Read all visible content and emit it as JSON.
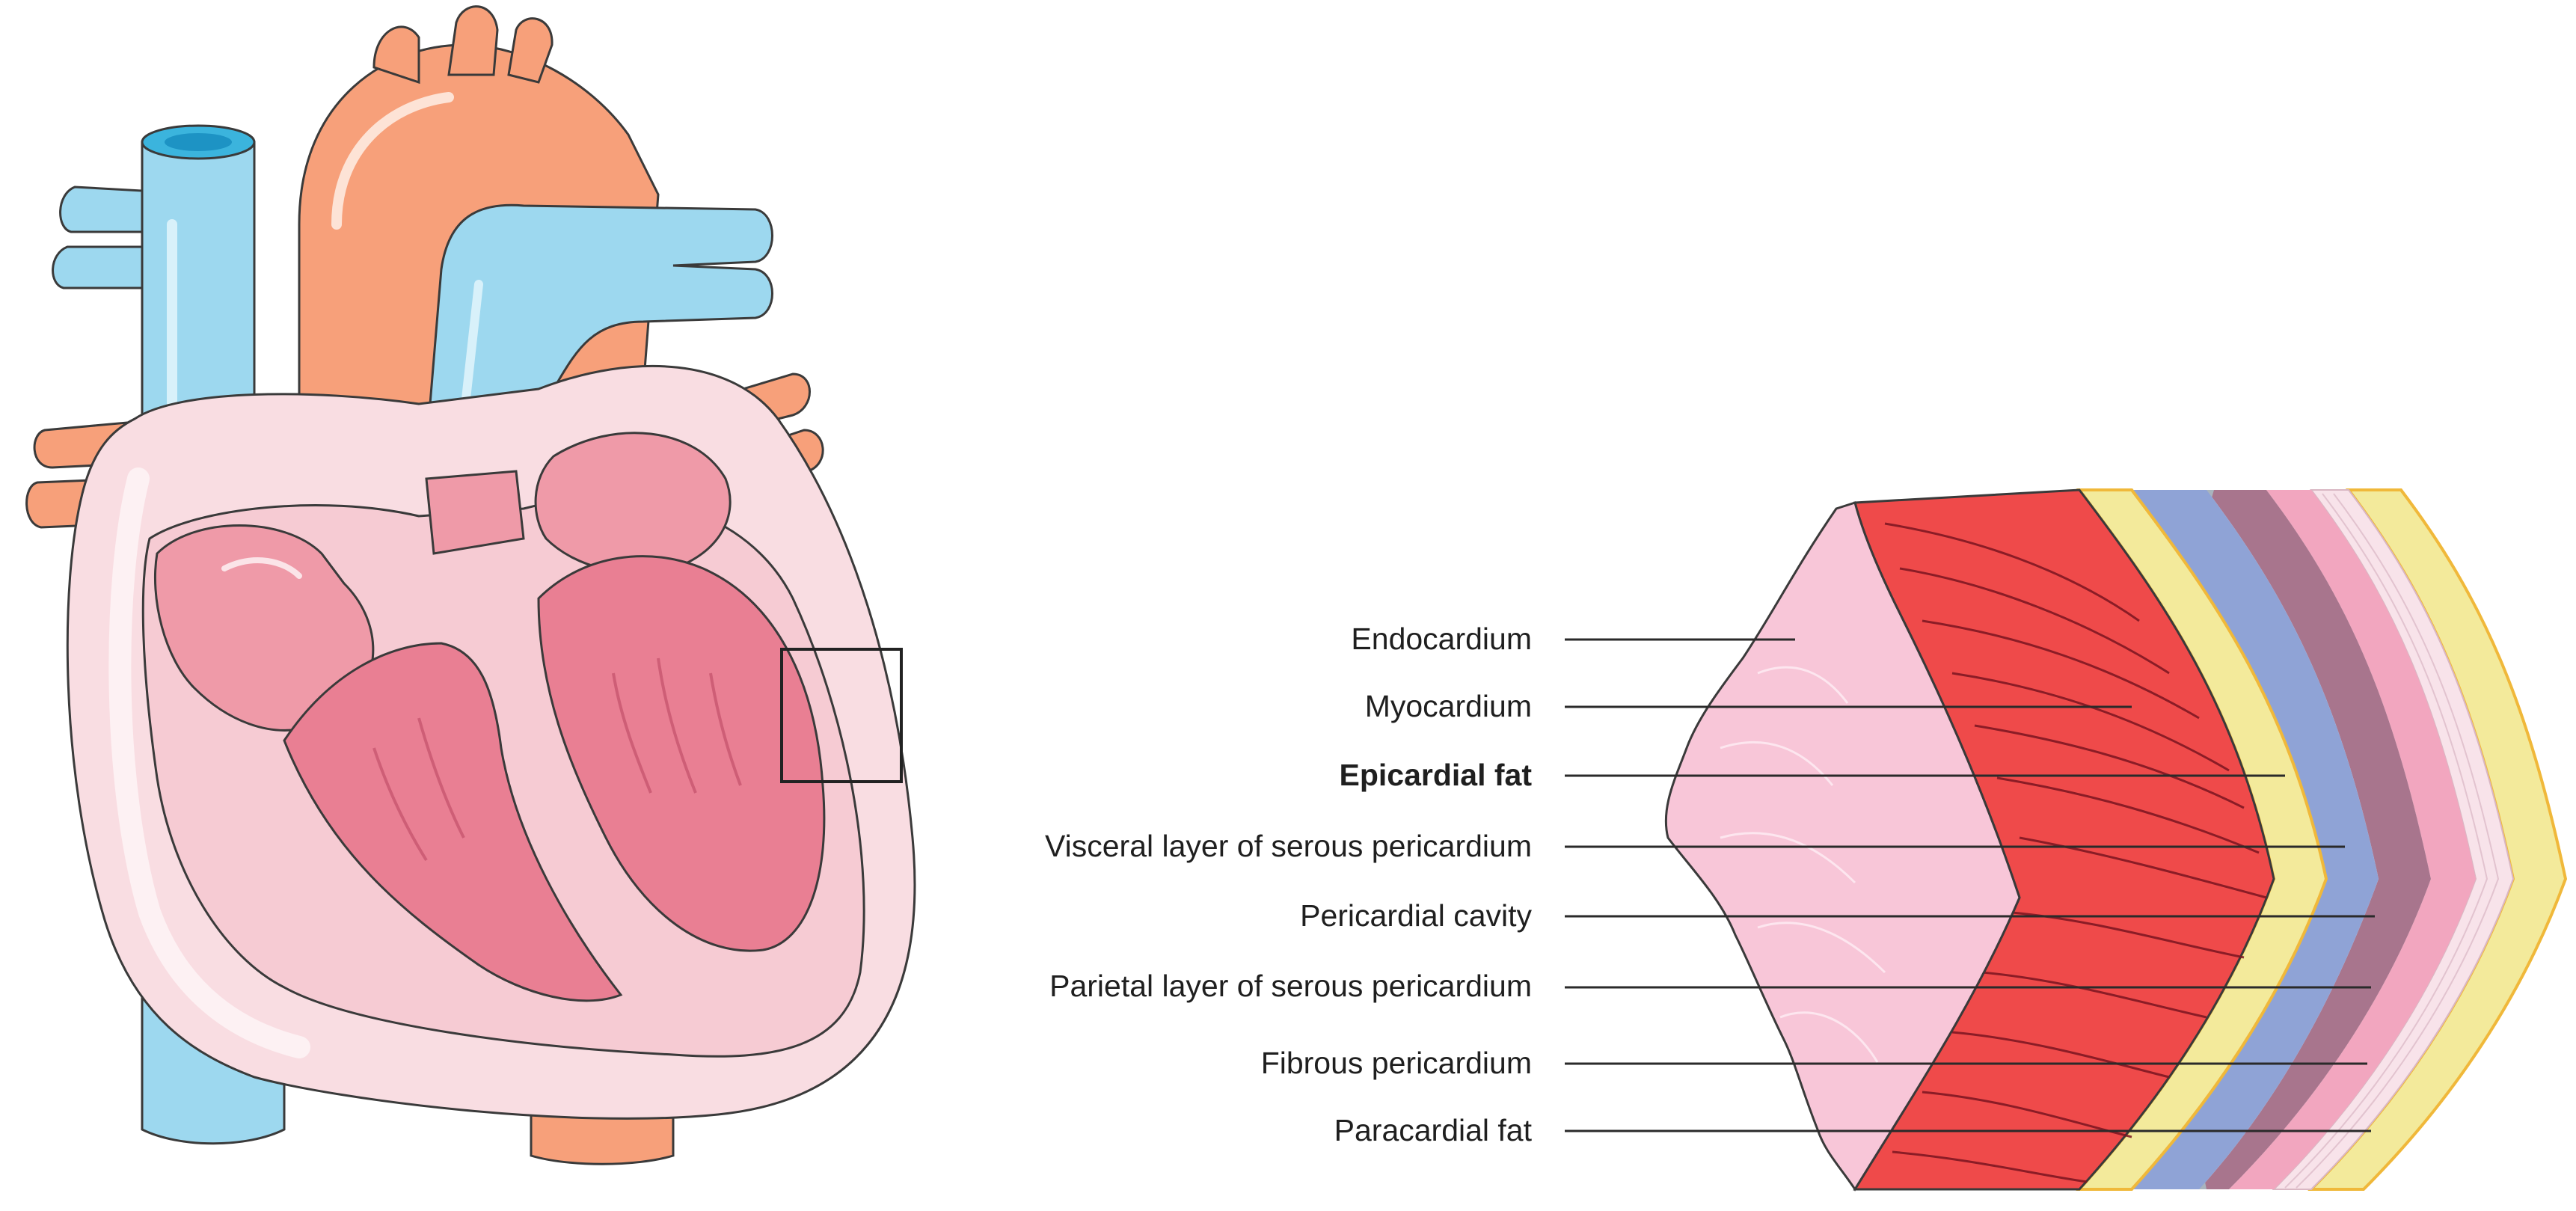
{
  "diagram": {
    "labels": [
      {
        "id": "endocardium",
        "text": "Endocardium",
        "bold": false
      },
      {
        "id": "myocardium",
        "text": "Myocardium",
        "bold": false
      },
      {
        "id": "epicardial-fat",
        "text": "Epicardial fat",
        "bold": true
      },
      {
        "id": "visceral-layer",
        "text": "Visceral layer of serous pericardium",
        "bold": false
      },
      {
        "id": "pericardial-cavity",
        "text": "Pericardial cavity",
        "bold": false
      },
      {
        "id": "parietal-layer",
        "text": "Parietal layer of serous pericardium",
        "bold": false
      },
      {
        "id": "fibrous-pericardium",
        "text": "Fibrous pericardium",
        "bold": false
      },
      {
        "id": "paracardial-fat",
        "text": "Paracardial fat",
        "bold": false
      }
    ],
    "colors": {
      "vein_blue": "#9dd8ef",
      "aorta_orange": "#f7a07a",
      "heart_pink": "#f9dde2",
      "chamber_pink": "#e97f93",
      "myocardium_red": "#ef4a4a",
      "fat_yellow": "#f3ea9b",
      "visceral_blue": "#8fa3d6",
      "cavity_mauve": "#a8758d",
      "parietal_pink": "#f2a6bf",
      "fibrous_white": "#f8e3ea"
    }
  }
}
